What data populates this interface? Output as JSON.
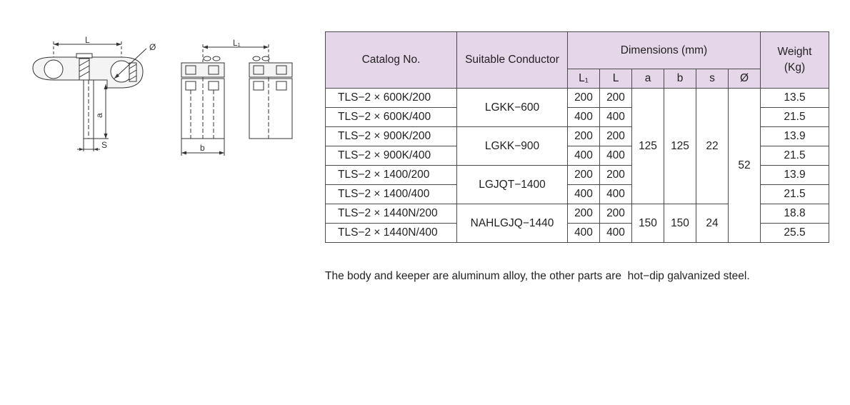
{
  "drawing": {
    "side_view_labels": {
      "length": "L",
      "diameter": "Ø",
      "height": "a",
      "spacing": "S"
    },
    "top_view_labels": {
      "length": "L₁",
      "width": "b"
    }
  },
  "table": {
    "headers": {
      "catalog": "Catalog No.",
      "conductor": "Suitable Conductor",
      "dimensions": "Dimensions (mm)",
      "weight_line1": "Weight",
      "weight_line2": "(Kg)",
      "dims": [
        "L₁",
        "L",
        "a",
        "b",
        "s",
        "Ø"
      ]
    },
    "catalog": [
      "TLS−2 × 600K/200",
      "TLS−2 × 600K/400",
      "TLS−2 × 900K/200",
      "TLS−2 × 900K/400",
      "TLS−2 × 1400/200",
      "TLS−2 × 1400/400",
      "TLS−2 × 1440N/200",
      "TLS−2 × 1440N/400"
    ],
    "conductors": [
      "LGKK−600",
      "LGKK−900",
      "LGJQT−1400",
      "NAHLGJQ−1440"
    ],
    "l1": [
      "200",
      "400",
      "200",
      "400",
      "200",
      "400",
      "200",
      "400"
    ],
    "l": [
      "200",
      "400",
      "200",
      "400",
      "200",
      "400",
      "200",
      "400"
    ],
    "a": [
      "125",
      "150"
    ],
    "b": [
      "125",
      "150"
    ],
    "s": [
      "22",
      "24"
    ],
    "diameter": "52",
    "weight": [
      "13.5",
      "21.5",
      "13.9",
      "21.5",
      "13.9",
      "21.5",
      "18.8",
      "25.5"
    ]
  },
  "note": "The body and keeper are aluminum alloy, the other parts are  hot−dip galvanized steel.",
  "colors": {
    "header_bg": "#e6d6ea",
    "line": "#4a4a4a"
  }
}
